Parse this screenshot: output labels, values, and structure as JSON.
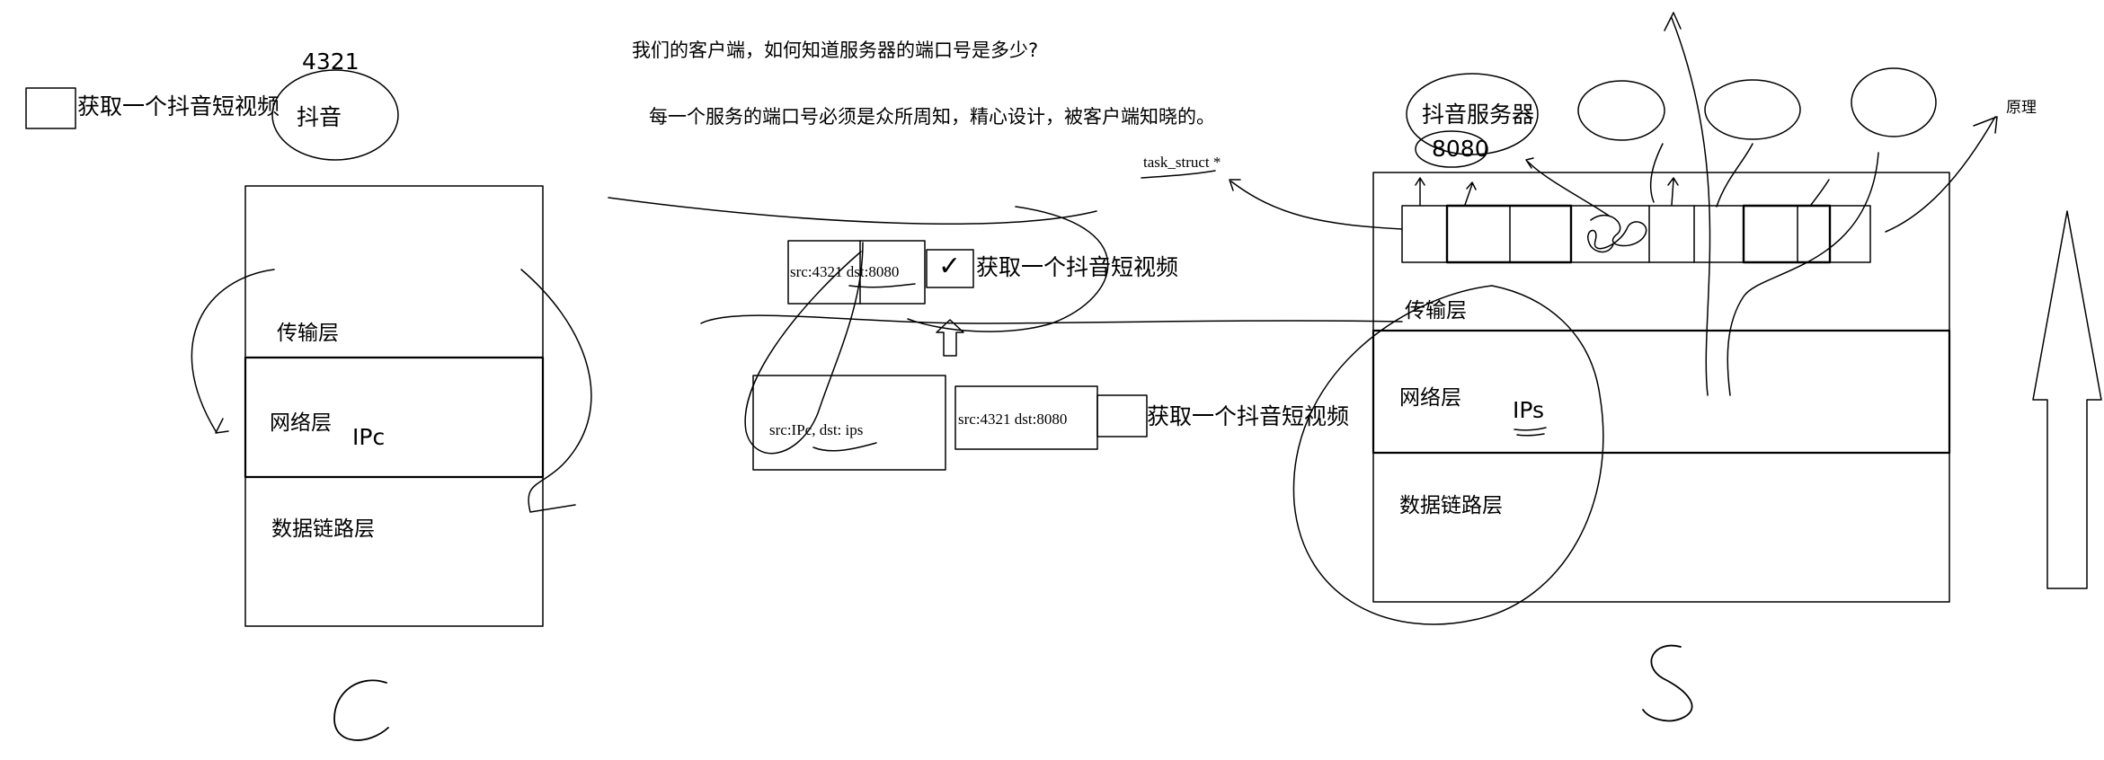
{
  "client": {
    "checkbox_label": "获取一个抖音短视频",
    "app_port": "4321",
    "app_name": "抖音",
    "layers": {
      "transport": "传输层",
      "network": "网络层",
      "network_ip": "IPc",
      "datalink": "数据链路层"
    },
    "letter": "C"
  },
  "notes": {
    "question": "我们的客户端，如何知道服务器的端口号是多少?",
    "answer": "每一个服务的端口号必须是众所周知，精心设计，被客户端知晓的。"
  },
  "packets": {
    "transport_header": "src:4321 dst:8080",
    "transport_payload": "获取一个抖音短视频",
    "network_header": "src:IPc, dst: ips",
    "network_inner_header": "src:4321 dst:8080",
    "network_payload": "获取一个抖音短视频",
    "check_mark": "✓"
  },
  "server": {
    "app_name": "抖音服务器",
    "app_port": "8080",
    "task_struct": "task_struct *",
    "principle": "原理",
    "layers": {
      "transport": "传输层",
      "network": "网络层",
      "network_ip": "IPs",
      "datalink": "数据链路层"
    },
    "letter": "S"
  },
  "colors": {
    "ink": "#000000",
    "background": "#ffffff"
  }
}
